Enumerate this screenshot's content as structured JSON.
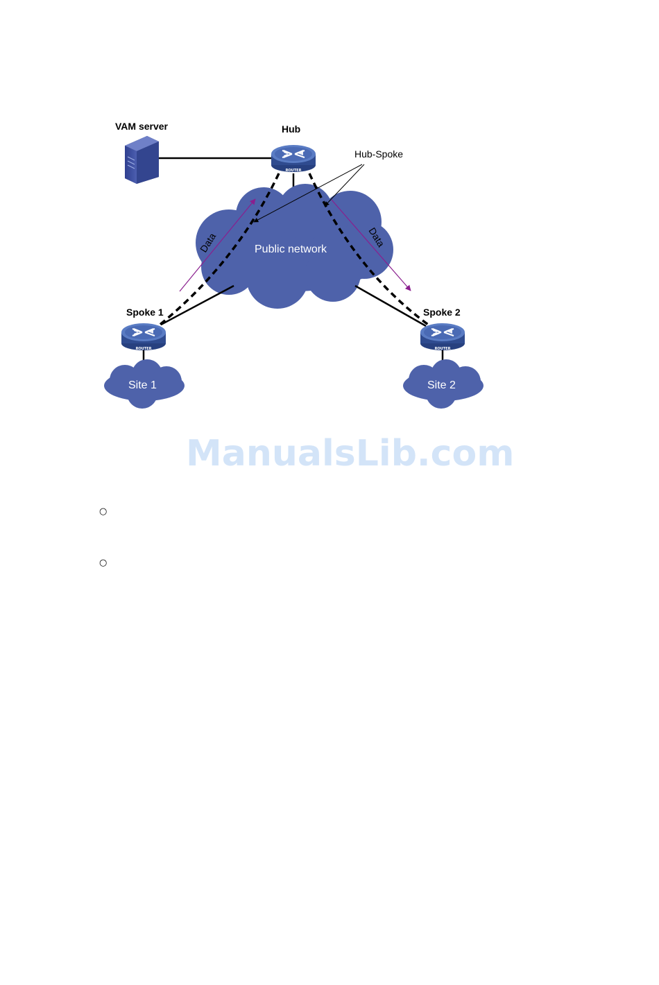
{
  "labels": {
    "vam_server": "VAM server",
    "hub": "Hub",
    "hub_spoke": "Hub-Spoke",
    "public_network": "Public network",
    "data_left": "Data",
    "data_right": "Data",
    "spoke1": "Spoke 1",
    "spoke2": "Spoke 2",
    "site1": "Site 1",
    "site2": "Site 2",
    "router_tag": "ROUTER"
  },
  "watermark": "ManualsLib.com",
  "bullets": [
    "○",
    "○"
  ],
  "colors": {
    "cloud": "#4e62aa",
    "router": "#3d5ba6",
    "data_arrow": "#8a1f8e",
    "tunnel": "#000000"
  }
}
